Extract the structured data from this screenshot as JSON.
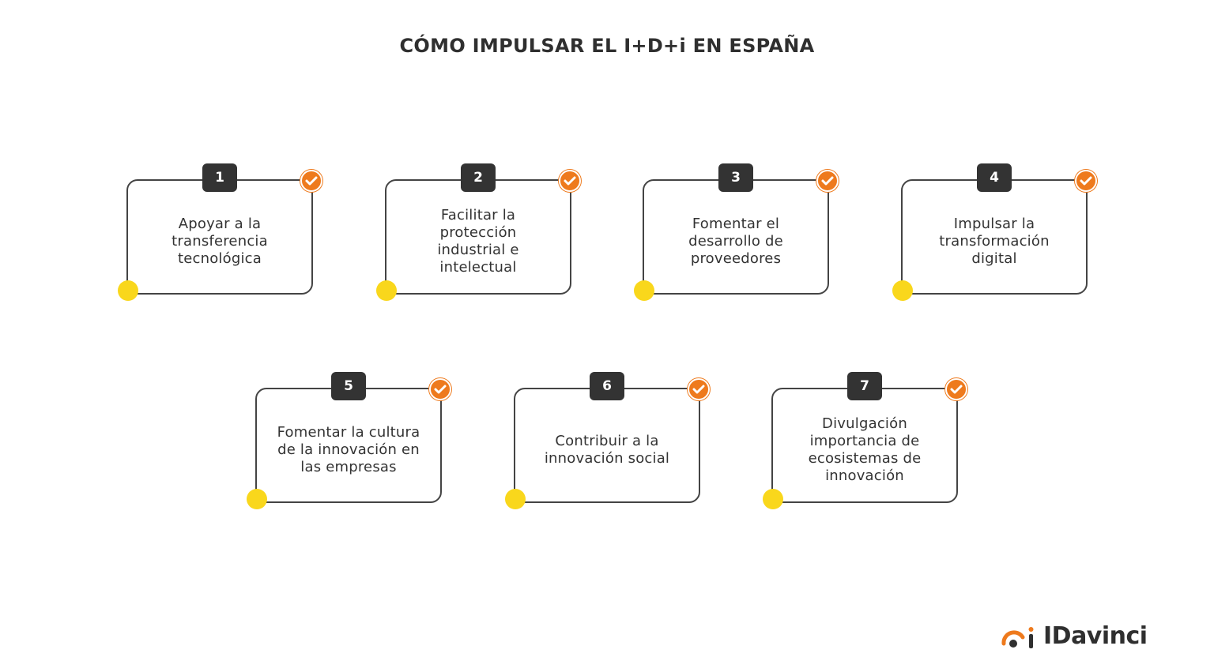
{
  "title": "CÓMO IMPULSAR EL I+D+i EN ESPAÑA",
  "colors": {
    "accent_orange": "#ee7a1d",
    "accent_yellow": "#f9d71c",
    "dark": "#333333"
  },
  "steps": [
    {
      "number": "1",
      "text": "Apoyar a la\ntransferencia\ntecnológica"
    },
    {
      "number": "2",
      "text": "Facilitar la\nprotección\nindustrial e\nintelectual"
    },
    {
      "number": "3",
      "text": "Fomentar el\ndesarrollo de\nproveedores"
    },
    {
      "number": "4",
      "text": "Impulsar la\ntransformación\ndigital"
    },
    {
      "number": "5",
      "text": "Fomentar la cultura\nde la innovación en\nlas empresas"
    },
    {
      "number": "6",
      "text": "Contribuir a la\ninnovación social"
    },
    {
      "number": "7",
      "text": "Divulgación\nimportancia de\necosistemas de\ninnovación"
    }
  ],
  "icons": {
    "step_mark": "check-icon",
    "corner_marker": "yellow-dot",
    "brand": "idavinci-logo-icon"
  },
  "logo": {
    "text": "IDavinci"
  }
}
